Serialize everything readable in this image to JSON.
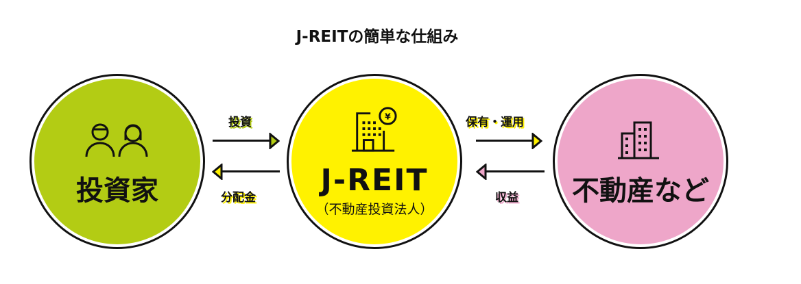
{
  "title": "J-REITの簡単な仕組み",
  "nodes": [
    {
      "label": "投資家",
      "color": "#b3cc14"
    },
    {
      "label": "J-REIT",
      "sub": "（不動産投資法人）",
      "color": "#fff200"
    },
    {
      "label": "不動産など",
      "color": "#eea6c9"
    }
  ],
  "arrows": {
    "invest": "投資",
    "dividend": "分配金",
    "hold": "保有・運用",
    "income": "収益"
  }
}
